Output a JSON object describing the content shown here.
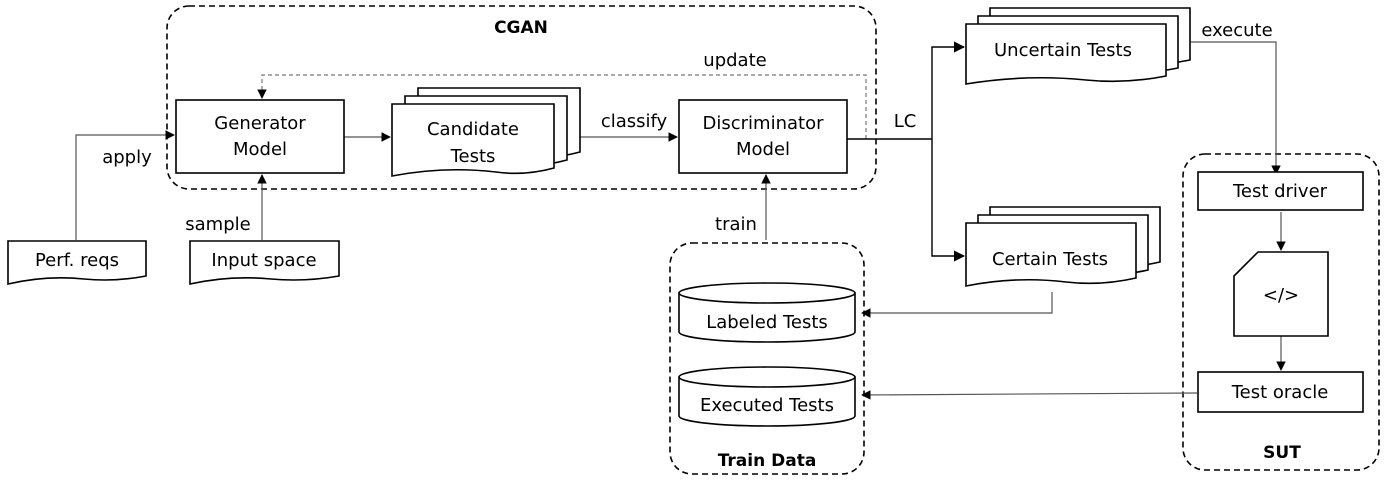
{
  "groups": {
    "cgan": "CGAN",
    "train_data": "Train Data",
    "sut": "SUT"
  },
  "nodes": {
    "generator_line1": "Generator",
    "generator_line2": "Model",
    "candidate_line1": "Candidate",
    "candidate_line2": "Tests",
    "discriminator_line1": "Discriminator",
    "discriminator_line2": "Model",
    "uncertain_tests": "Uncertain Tests",
    "certain_tests": "Certain Tests",
    "perf_reqs": "Perf. reqs",
    "input_space": "Input space",
    "labeled_tests": "Labeled Tests",
    "executed_tests": "Executed Tests",
    "test_driver": "Test driver",
    "code_file": "</>",
    "test_oracle": "Test oracle"
  },
  "edges": {
    "update": "update",
    "apply": "apply",
    "classify": "classify",
    "lc": "LC",
    "sample": "sample",
    "train": "train",
    "execute": "execute"
  }
}
